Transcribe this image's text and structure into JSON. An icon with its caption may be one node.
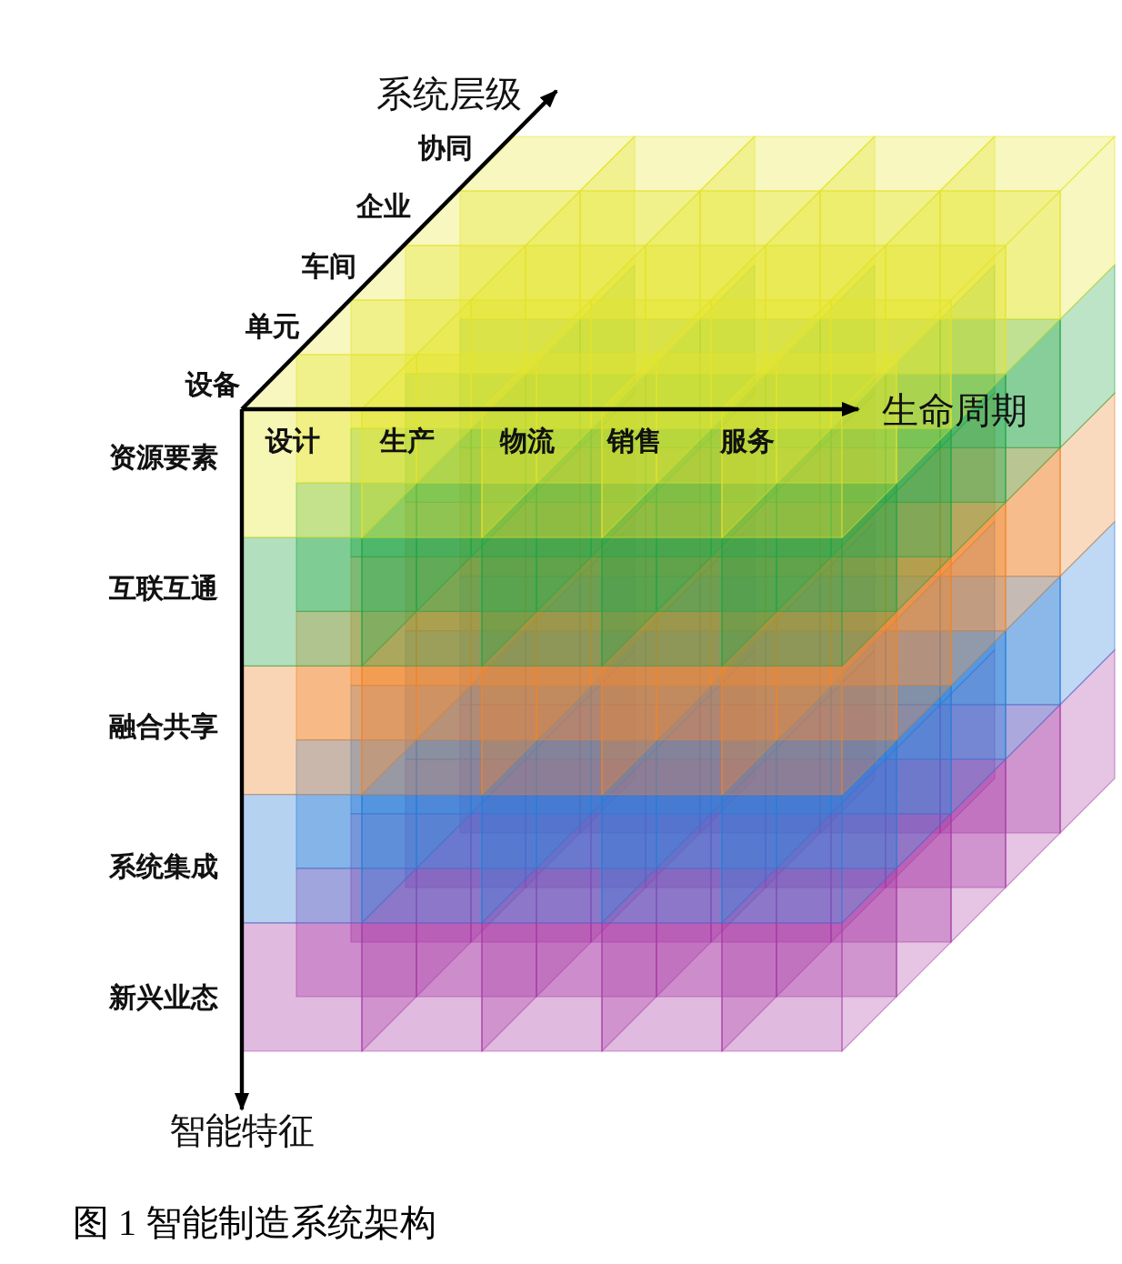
{
  "diagram": {
    "caption": "图 1 智能制造系统架构",
    "labels": [
      "系统层级",
      "协同",
      "企业",
      "车间",
      "单元",
      "设备",
      "生命周期",
      "资源要素",
      "设计",
      "生产",
      "物流",
      "销售",
      "服务",
      "互联互通",
      "融合共享",
      "系统集成",
      "新兴业态",
      "智能特征"
    ]
  }
}
